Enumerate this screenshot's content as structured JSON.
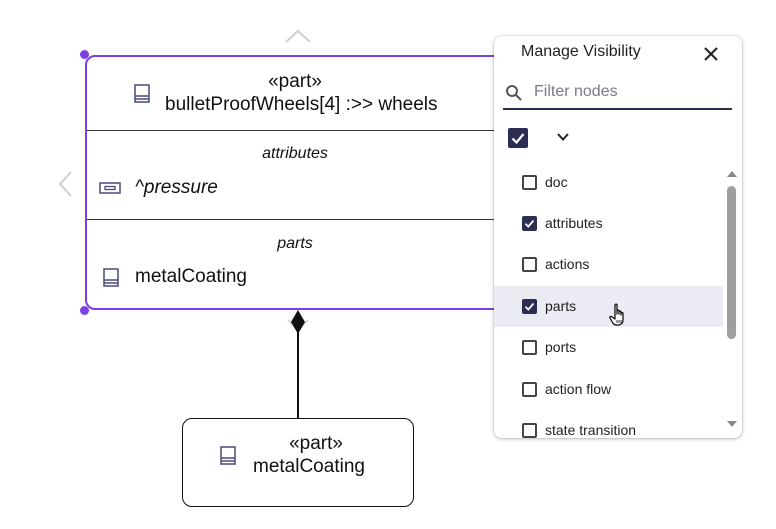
{
  "canvas": {
    "main_node": {
      "stereotype": "«part»",
      "name": "bulletProofWheels[4] :>> wheels",
      "attributes_section": {
        "label": "attributes",
        "items": [
          {
            "text": "^pressure",
            "icon": "attribute-icon"
          }
        ]
      },
      "parts_section": {
        "label": "parts",
        "items": [
          {
            "text": "metalCoating",
            "icon": "part-icon"
          }
        ]
      }
    },
    "child_node": {
      "stereotype": "«part»",
      "name": "metalCoating"
    }
  },
  "visibility_panel": {
    "title": "Manage Visibility",
    "filter_placeholder": "Filter nodes",
    "filter_value": "",
    "master_checked": true,
    "items": [
      {
        "label": "doc",
        "checked": false
      },
      {
        "label": "attributes",
        "checked": true
      },
      {
        "label": "actions",
        "checked": false
      },
      {
        "label": "parts",
        "checked": true,
        "hovered": true
      },
      {
        "label": "ports",
        "checked": false
      },
      {
        "label": "action flow",
        "checked": false
      },
      {
        "label": "state transition",
        "checked": false
      }
    ]
  },
  "colors": {
    "selection": "#7b3fe4",
    "checkbox_fill": "#2b2d52",
    "hover_row": "#ebebf3",
    "icon": "#4a4a7a"
  }
}
